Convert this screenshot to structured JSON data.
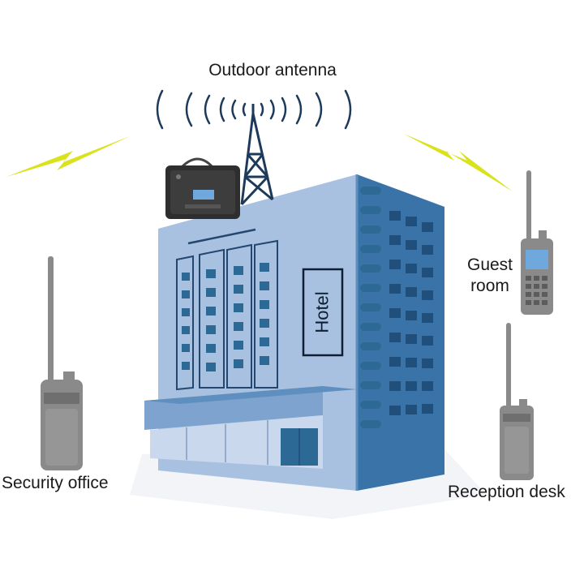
{
  "labels": {
    "antenna": "Outdoor antenna",
    "guest_line1": "Guest",
    "guest_line2": "room",
    "security": "Security office",
    "reception": "Reception desk",
    "hotel_sign": "Hotel"
  },
  "colors": {
    "building_front": "#a9c1e0",
    "building_side": "#3a73a8",
    "windows": "#2c6a95",
    "lightning": "#d9e21a",
    "radio_gray": "#8a8a8a",
    "repeater": "#2e2e2e",
    "tower": "#1e3a5a"
  },
  "icons": [
    "lightning-bolt-icon",
    "radio-wave-icon",
    "handheld-radio-icon",
    "repeater-icon",
    "antenna-tower-icon"
  ]
}
